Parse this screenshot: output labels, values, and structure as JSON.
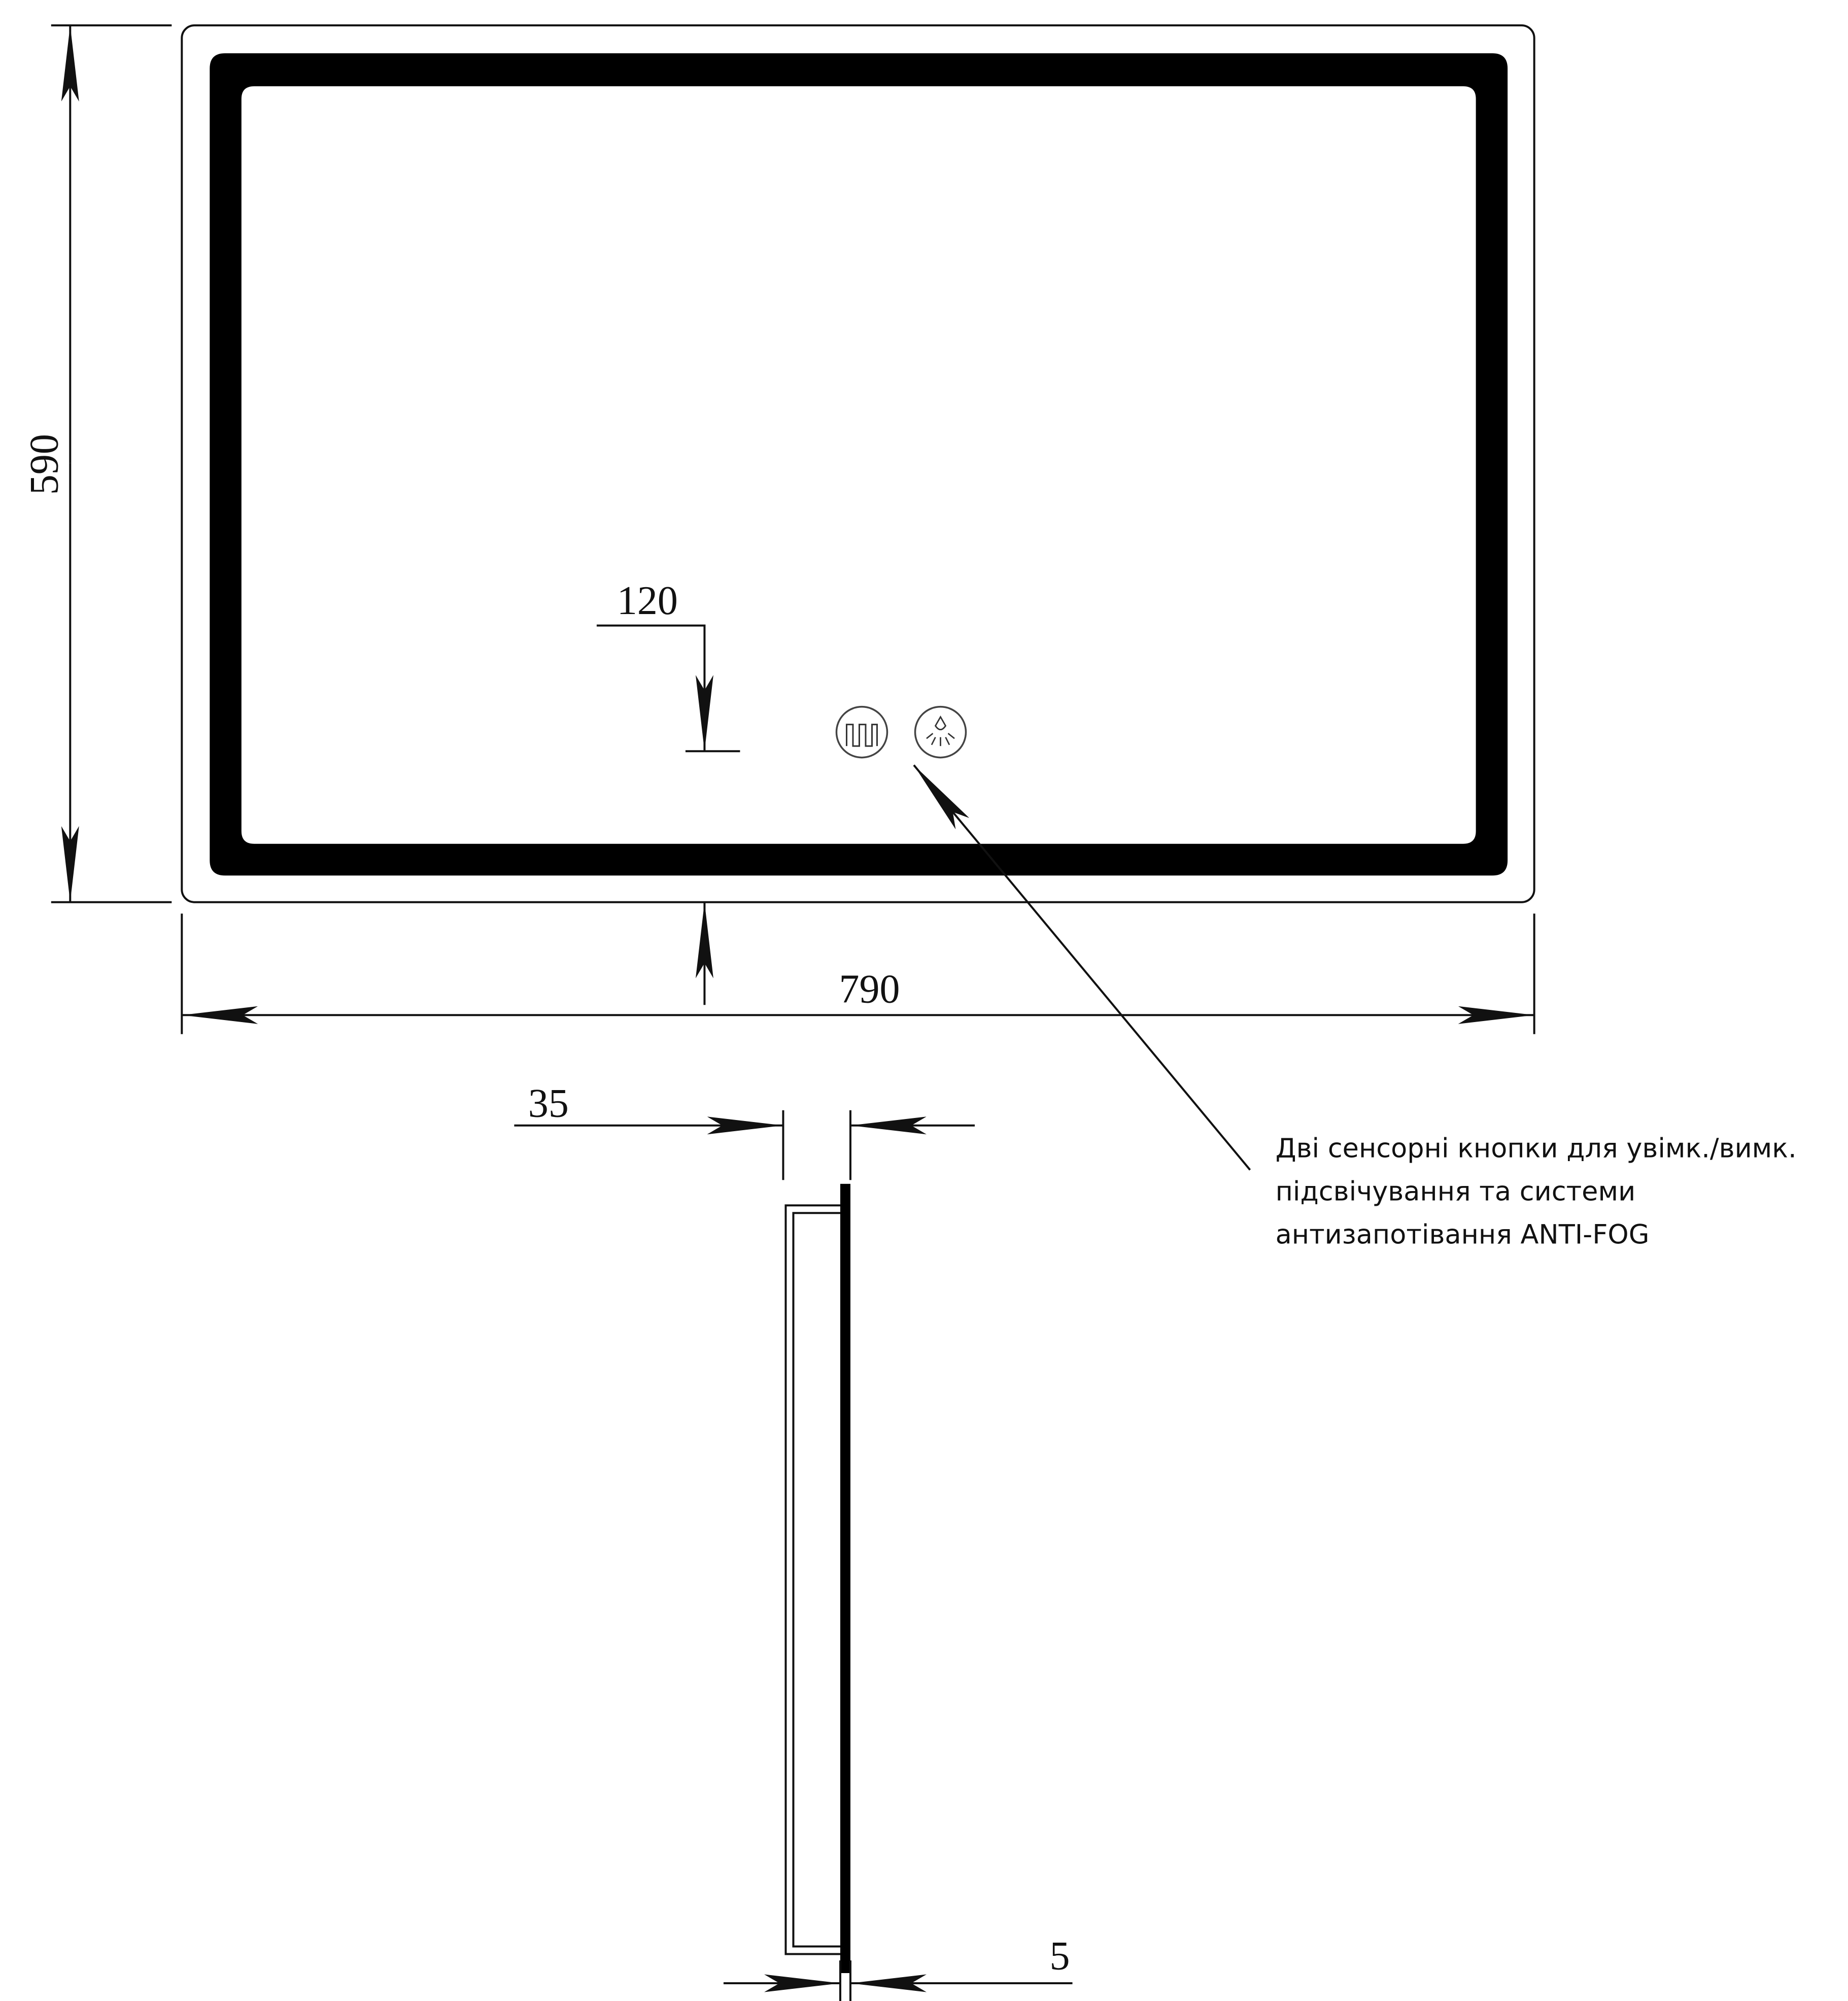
{
  "dimensions": {
    "height": "590",
    "width": "790",
    "button_offset": "120",
    "depth": "35",
    "glass": "5"
  },
  "buttons": [
    {
      "icon": "anti-fog-heater-icon"
    },
    {
      "icon": "light-icon"
    }
  ],
  "annotation": {
    "lines": [
      "Дві сенсорні кнопки для увімк./вимк.",
      "підсвічування та системи",
      "антизапотівання ANTI-FOG"
    ]
  },
  "colors": {
    "line": "#111111",
    "background": "#ffffff"
  }
}
